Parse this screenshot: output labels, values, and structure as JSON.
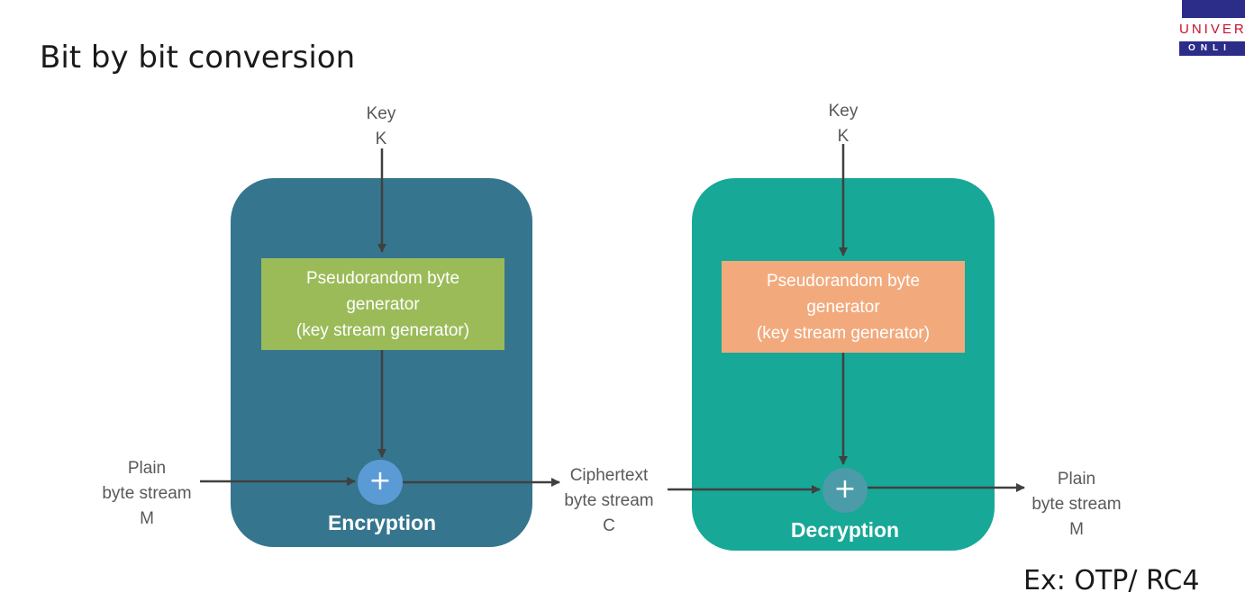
{
  "title": "Bit by bit conversion",
  "logo": {
    "line1": "UNIVER",
    "line2": "ONLI"
  },
  "encryption": {
    "key_label": "Key",
    "key_symbol": "K",
    "generator": [
      "Pseudorandom byte",
      "generator",
      "(key stream generator)"
    ],
    "xor_symbol": "+",
    "label": "Encryption",
    "input": [
      "Plain",
      "byte stream",
      "M"
    ],
    "output": [
      "Ciphertext",
      "byte stream",
      "C"
    ]
  },
  "decryption": {
    "key_label": "Key",
    "key_symbol": "K",
    "generator": [
      "Pseudorandom byte",
      "generator",
      "(key stream generator)"
    ],
    "xor_symbol": "+",
    "label": "Decryption",
    "output": [
      "Plain",
      "byte stream",
      "M"
    ]
  },
  "example": "Ex: OTP/ RC4",
  "colors": {
    "encryption_panel": "#35768e",
    "decryption_panel": "#17a897",
    "encryption_generator": "#9bbb59",
    "decryption_generator": "#f2aa7d",
    "encryption_xor": "#5b9bd5",
    "decryption_xor": "#4b9ca8",
    "arrow": "#404040"
  }
}
